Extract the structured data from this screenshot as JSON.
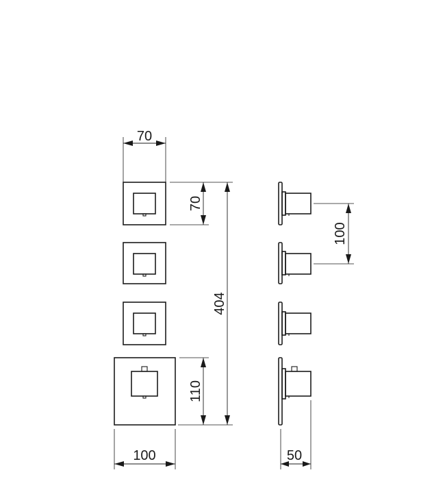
{
  "drawing": {
    "dimensions": {
      "top_width": "70",
      "upper_plate_height": "70",
      "total_height": "404",
      "lower_plate_height": "110",
      "bottom_width": "100",
      "side_spacing": "100",
      "side_depth": "50"
    }
  }
}
